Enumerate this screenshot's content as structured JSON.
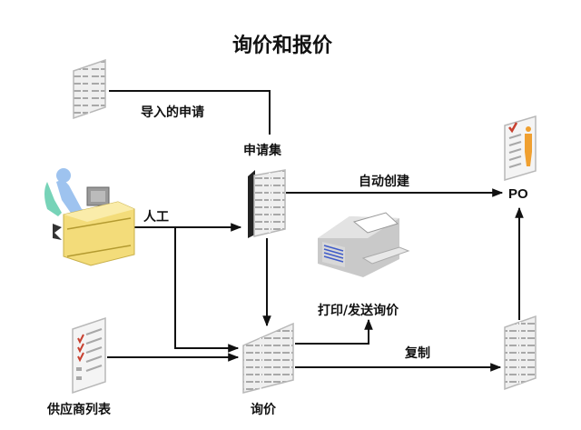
{
  "title": "询价和报价",
  "nodes": {
    "imported_requisitions": {
      "label": "导入的申请",
      "icon": "document-icon"
    },
    "requisition_pool": {
      "label": "申请集",
      "icon": "document-stack-icon"
    },
    "manual": {
      "label": "人工",
      "icon": "person-at-desk-icon"
    },
    "auto_create": {
      "label": "自动创建"
    },
    "po": {
      "label": "PO",
      "icon": "purchase-order-document-icon"
    },
    "print_send": {
      "label": "打印/发送询价",
      "icon": "printer-icon"
    },
    "rfq": {
      "label": "询价",
      "icon": "document-icon"
    },
    "copy": {
      "label": "复制"
    },
    "copy_target": {
      "icon": "document-icon"
    },
    "supplier_list": {
      "label": "供应商列表",
      "icon": "checklist-icon"
    }
  },
  "edges": [
    {
      "from": "imported_requisitions",
      "to": "requisition_pool"
    },
    {
      "from": "manual",
      "to": "requisition_pool"
    },
    {
      "from": "manual",
      "to": "rfq"
    },
    {
      "from": "requisition_pool",
      "to": "po",
      "label": "自动创建"
    },
    {
      "from": "requisition_pool",
      "to": "rfq"
    },
    {
      "from": "supplier_list",
      "to": "rfq"
    },
    {
      "from": "rfq",
      "to": "print_send"
    },
    {
      "from": "rfq",
      "to": "copy_target",
      "label": "复制"
    },
    {
      "from": "copy_target",
      "to": "po"
    }
  ],
  "colors": {
    "line": "#111111",
    "doc_fill": "#eeeeee",
    "doc_lines": "#a8a8a8",
    "desk": "#f3dc7a",
    "person": "#9ec3ef",
    "chair": "#77d3b8",
    "check": "#c8402f",
    "figure": "#f0a030",
    "printer_slots": "#3f5cc9"
  }
}
